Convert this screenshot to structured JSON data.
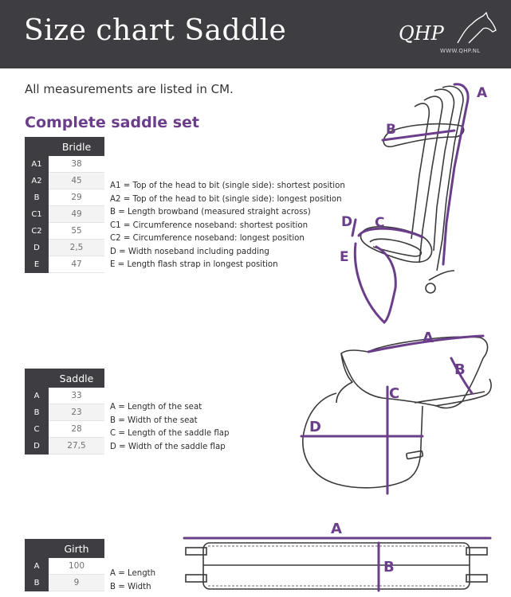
{
  "header": {
    "title": "Size chart Saddle",
    "logo_text": "QHP",
    "logo_url": "WWW.QHP.NL"
  },
  "intro": "All measurements are listed in CM.",
  "section_title": "Complete saddle set",
  "bridle": {
    "heading": "Bridle",
    "rows": [
      {
        "code": "A1",
        "value": "38"
      },
      {
        "code": "A2",
        "value": "45"
      },
      {
        "code": "B",
        "value": "29"
      },
      {
        "code": "C1",
        "value": "49"
      },
      {
        "code": "C2",
        "value": "55"
      },
      {
        "code": "D",
        "value": "2,5"
      },
      {
        "code": "E",
        "value": "47"
      }
    ],
    "legend": [
      "A1  = Top of the head to bit (single side): shortest position",
      "A2 = Top of the head to  bit (single side): longest position",
      "B   = Length browband (measured straight across)",
      "C1  = Circumference noseband: shortest position",
      "C2 = Circumference noseband: longest position",
      "D   = Width noseband including padding",
      "E    = Length flash strap in longest position"
    ],
    "diagram_labels": {
      "a": "A",
      "b": "B",
      "c": "C",
      "d": "D",
      "e": "E"
    }
  },
  "saddle": {
    "heading": "Saddle",
    "rows": [
      {
        "code": "A",
        "value": "33"
      },
      {
        "code": "B",
        "value": "23"
      },
      {
        "code": "C",
        "value": "28"
      },
      {
        "code": "D",
        "value": "27,5"
      }
    ],
    "legend": [
      "A = Length of the seat",
      "B = Width of the seat",
      "C = Length of the saddle flap",
      "D = Width of the saddle flap"
    ],
    "diagram_labels": {
      "a": "A",
      "b": "B",
      "c": "C",
      "d": "D"
    }
  },
  "girth": {
    "heading": "Girth",
    "rows": [
      {
        "code": "A",
        "value": "100"
      },
      {
        "code": "B",
        "value": "9"
      }
    ],
    "legend": [
      "A = Length",
      "B = Width"
    ],
    "diagram_labels": {
      "a": "A",
      "b": "B"
    }
  },
  "colors": {
    "header_bg": "#3e3d42",
    "accent_purple": "#6b3e8c",
    "row_shade": "#f3f3f3"
  }
}
